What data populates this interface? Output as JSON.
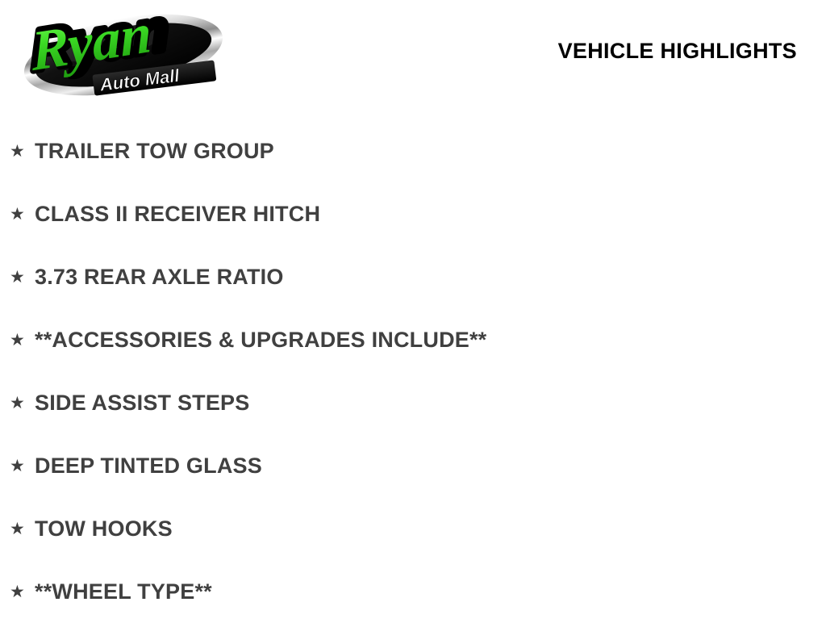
{
  "header": {
    "title": "VEHICLE HIGHLIGHTS",
    "logo": {
      "name": "ryan-auto-mall-logo",
      "primary_text": "Ryan",
      "secondary_text": "Auto Mall",
      "green": "#3BD924",
      "green_dark": "#1E9C0F",
      "black": "#0A0A0A",
      "chrome_light": "#FFFFFF",
      "chrome_mid": "#BFBFBF",
      "chrome_dark": "#6E6E6E"
    }
  },
  "highlights": {
    "bullet_glyph": "★",
    "text_color": "#404040",
    "items": [
      {
        "label": "TRAILER TOW GROUP"
      },
      {
        "label": "CLASS II RECEIVER HITCH"
      },
      {
        "label": "3.73 REAR AXLE RATIO"
      },
      {
        "label": "**ACCESSORIES & UPGRADES INCLUDE**"
      },
      {
        "label": "SIDE ASSIST STEPS"
      },
      {
        "label": "DEEP TINTED GLASS"
      },
      {
        "label": "TOW HOOKS"
      },
      {
        "label": "**WHEEL TYPE**"
      }
    ]
  },
  "page": {
    "background": "#FFFFFF"
  }
}
